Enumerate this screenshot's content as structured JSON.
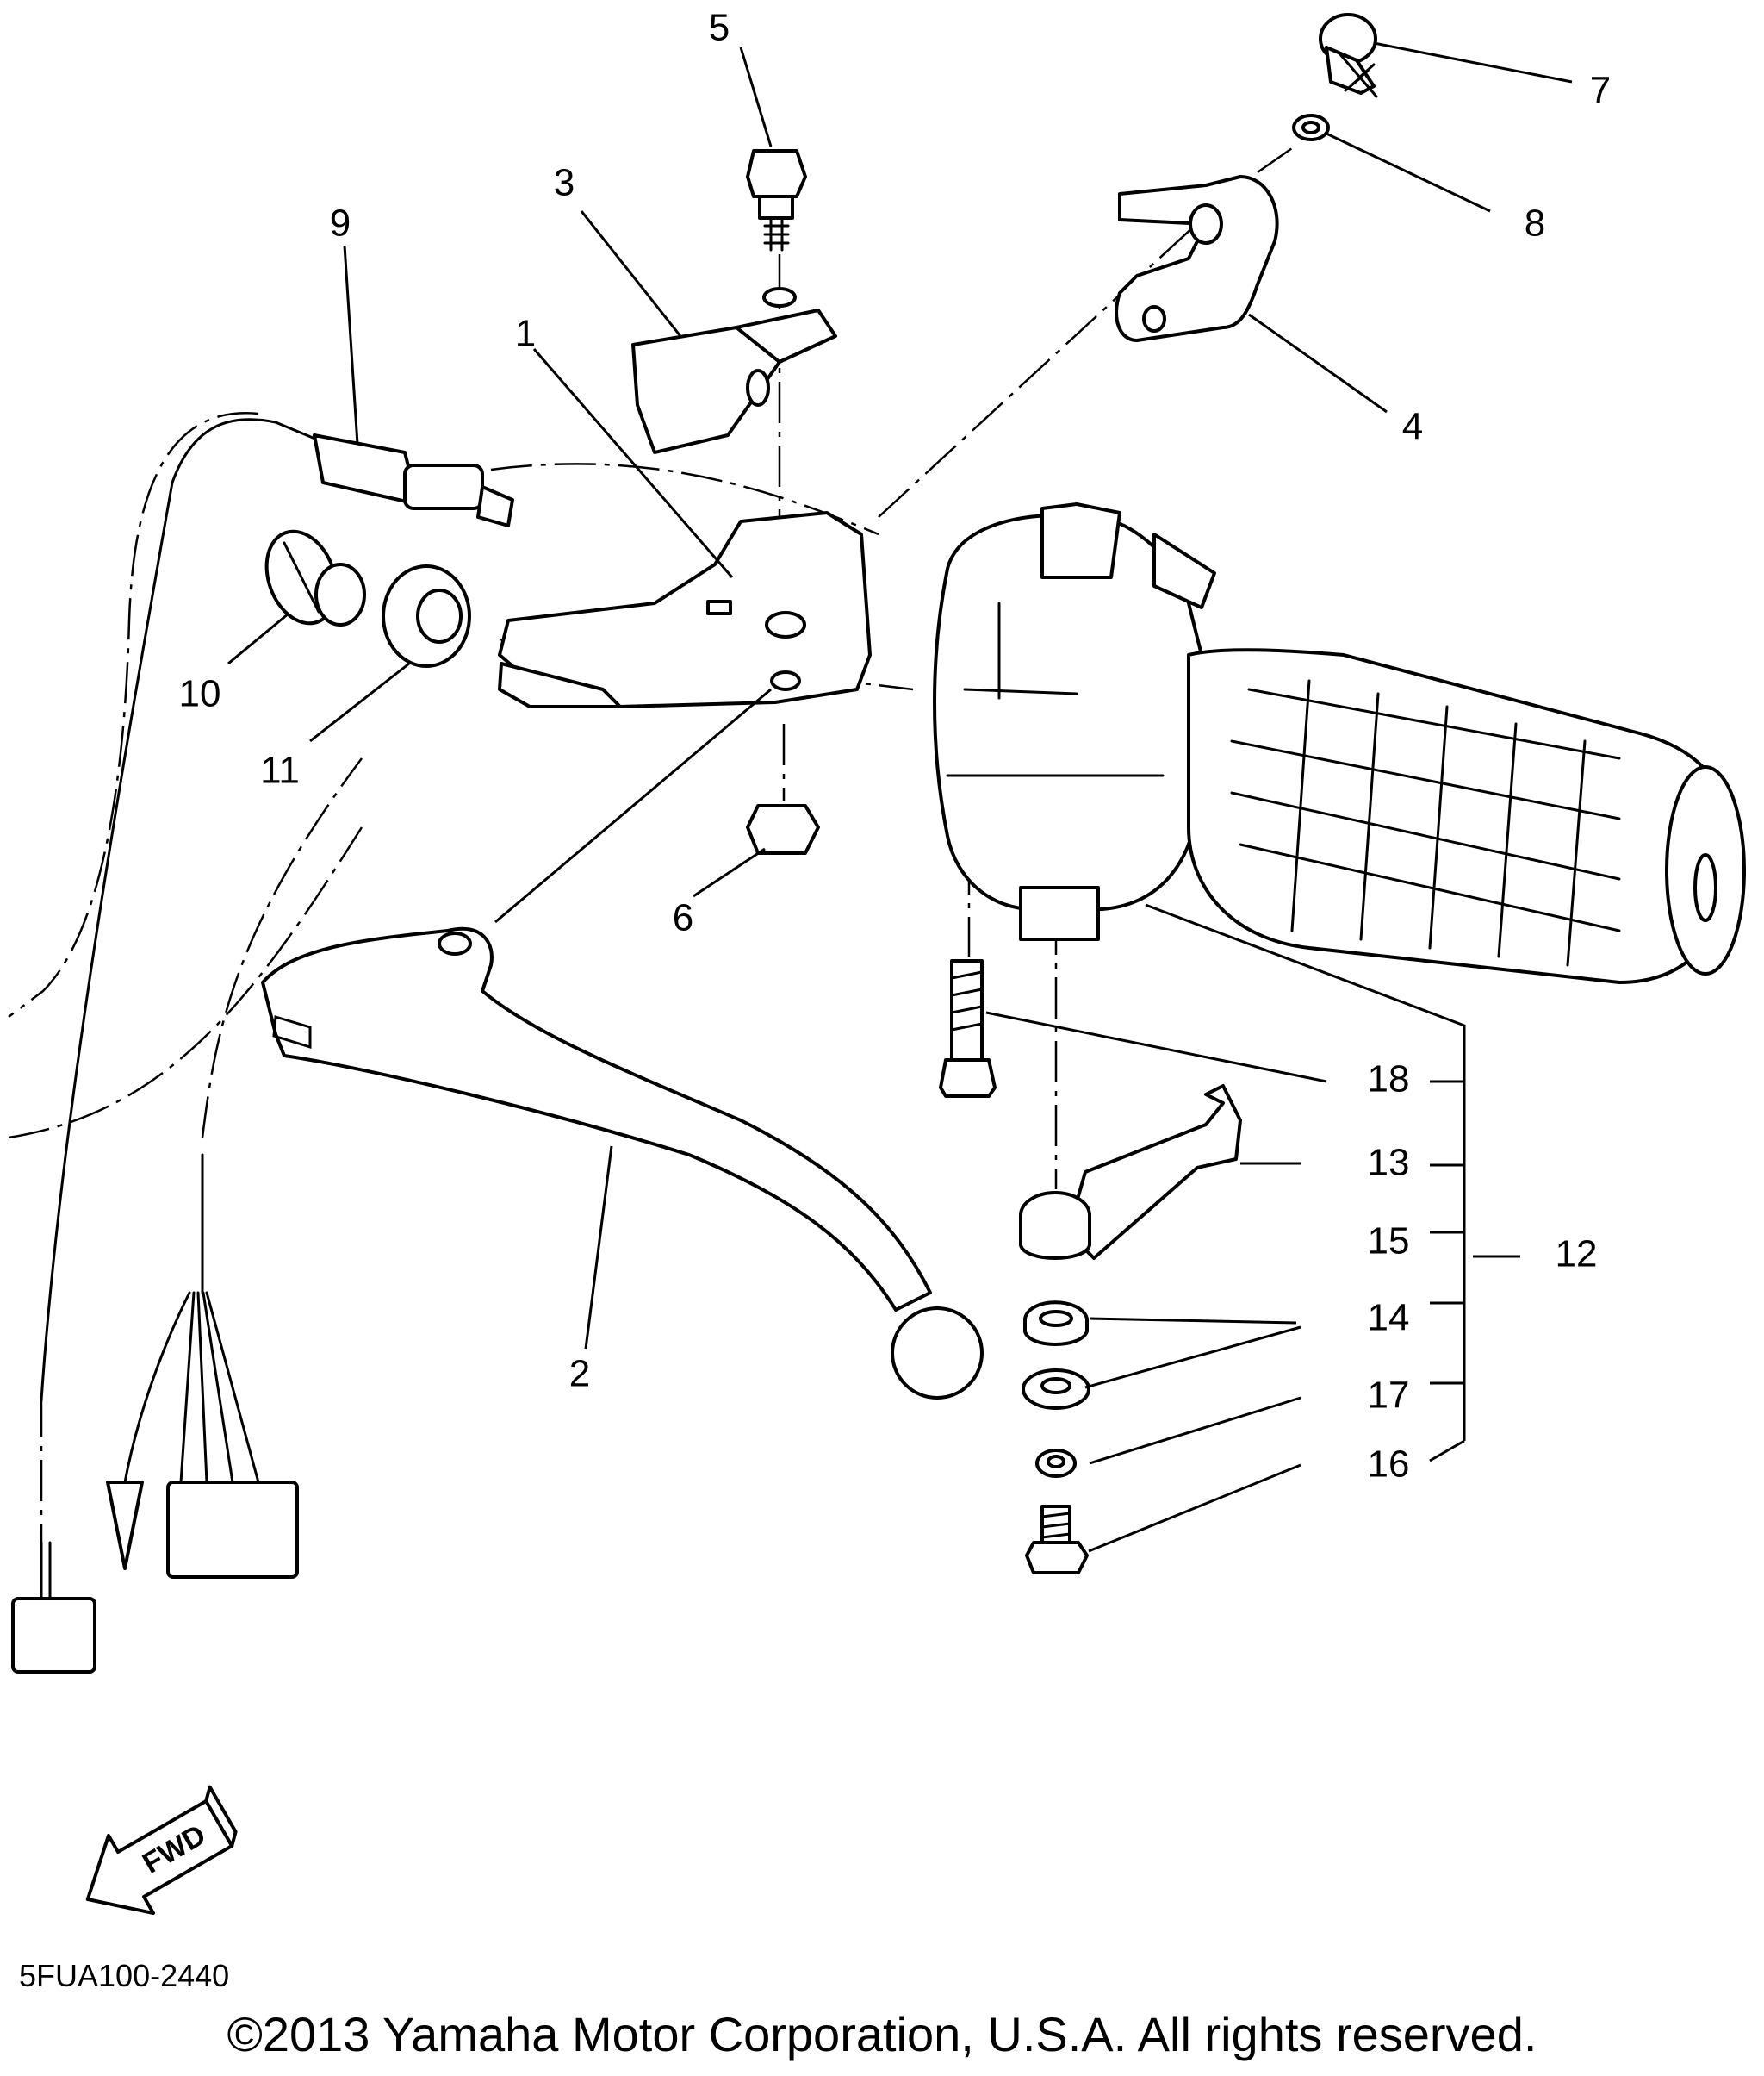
{
  "callouts": [
    {
      "label": "1"
    },
    {
      "label": "2"
    },
    {
      "label": "3"
    },
    {
      "label": "4"
    },
    {
      "label": "5"
    },
    {
      "label": "6"
    },
    {
      "label": "7"
    },
    {
      "label": "8"
    },
    {
      "label": "9"
    },
    {
      "label": "10"
    },
    {
      "label": "11"
    },
    {
      "label": "12"
    },
    {
      "label": "13"
    },
    {
      "label": "14"
    },
    {
      "label": "15"
    },
    {
      "label": "16"
    },
    {
      "label": "17"
    },
    {
      "label": "18"
    }
  ],
  "fwd_label": "FWD",
  "drawing_code": "5FUA100-2440",
  "copyright": "©2013 Yamaha Motor Corporation, U.S.A. All rights reserved."
}
